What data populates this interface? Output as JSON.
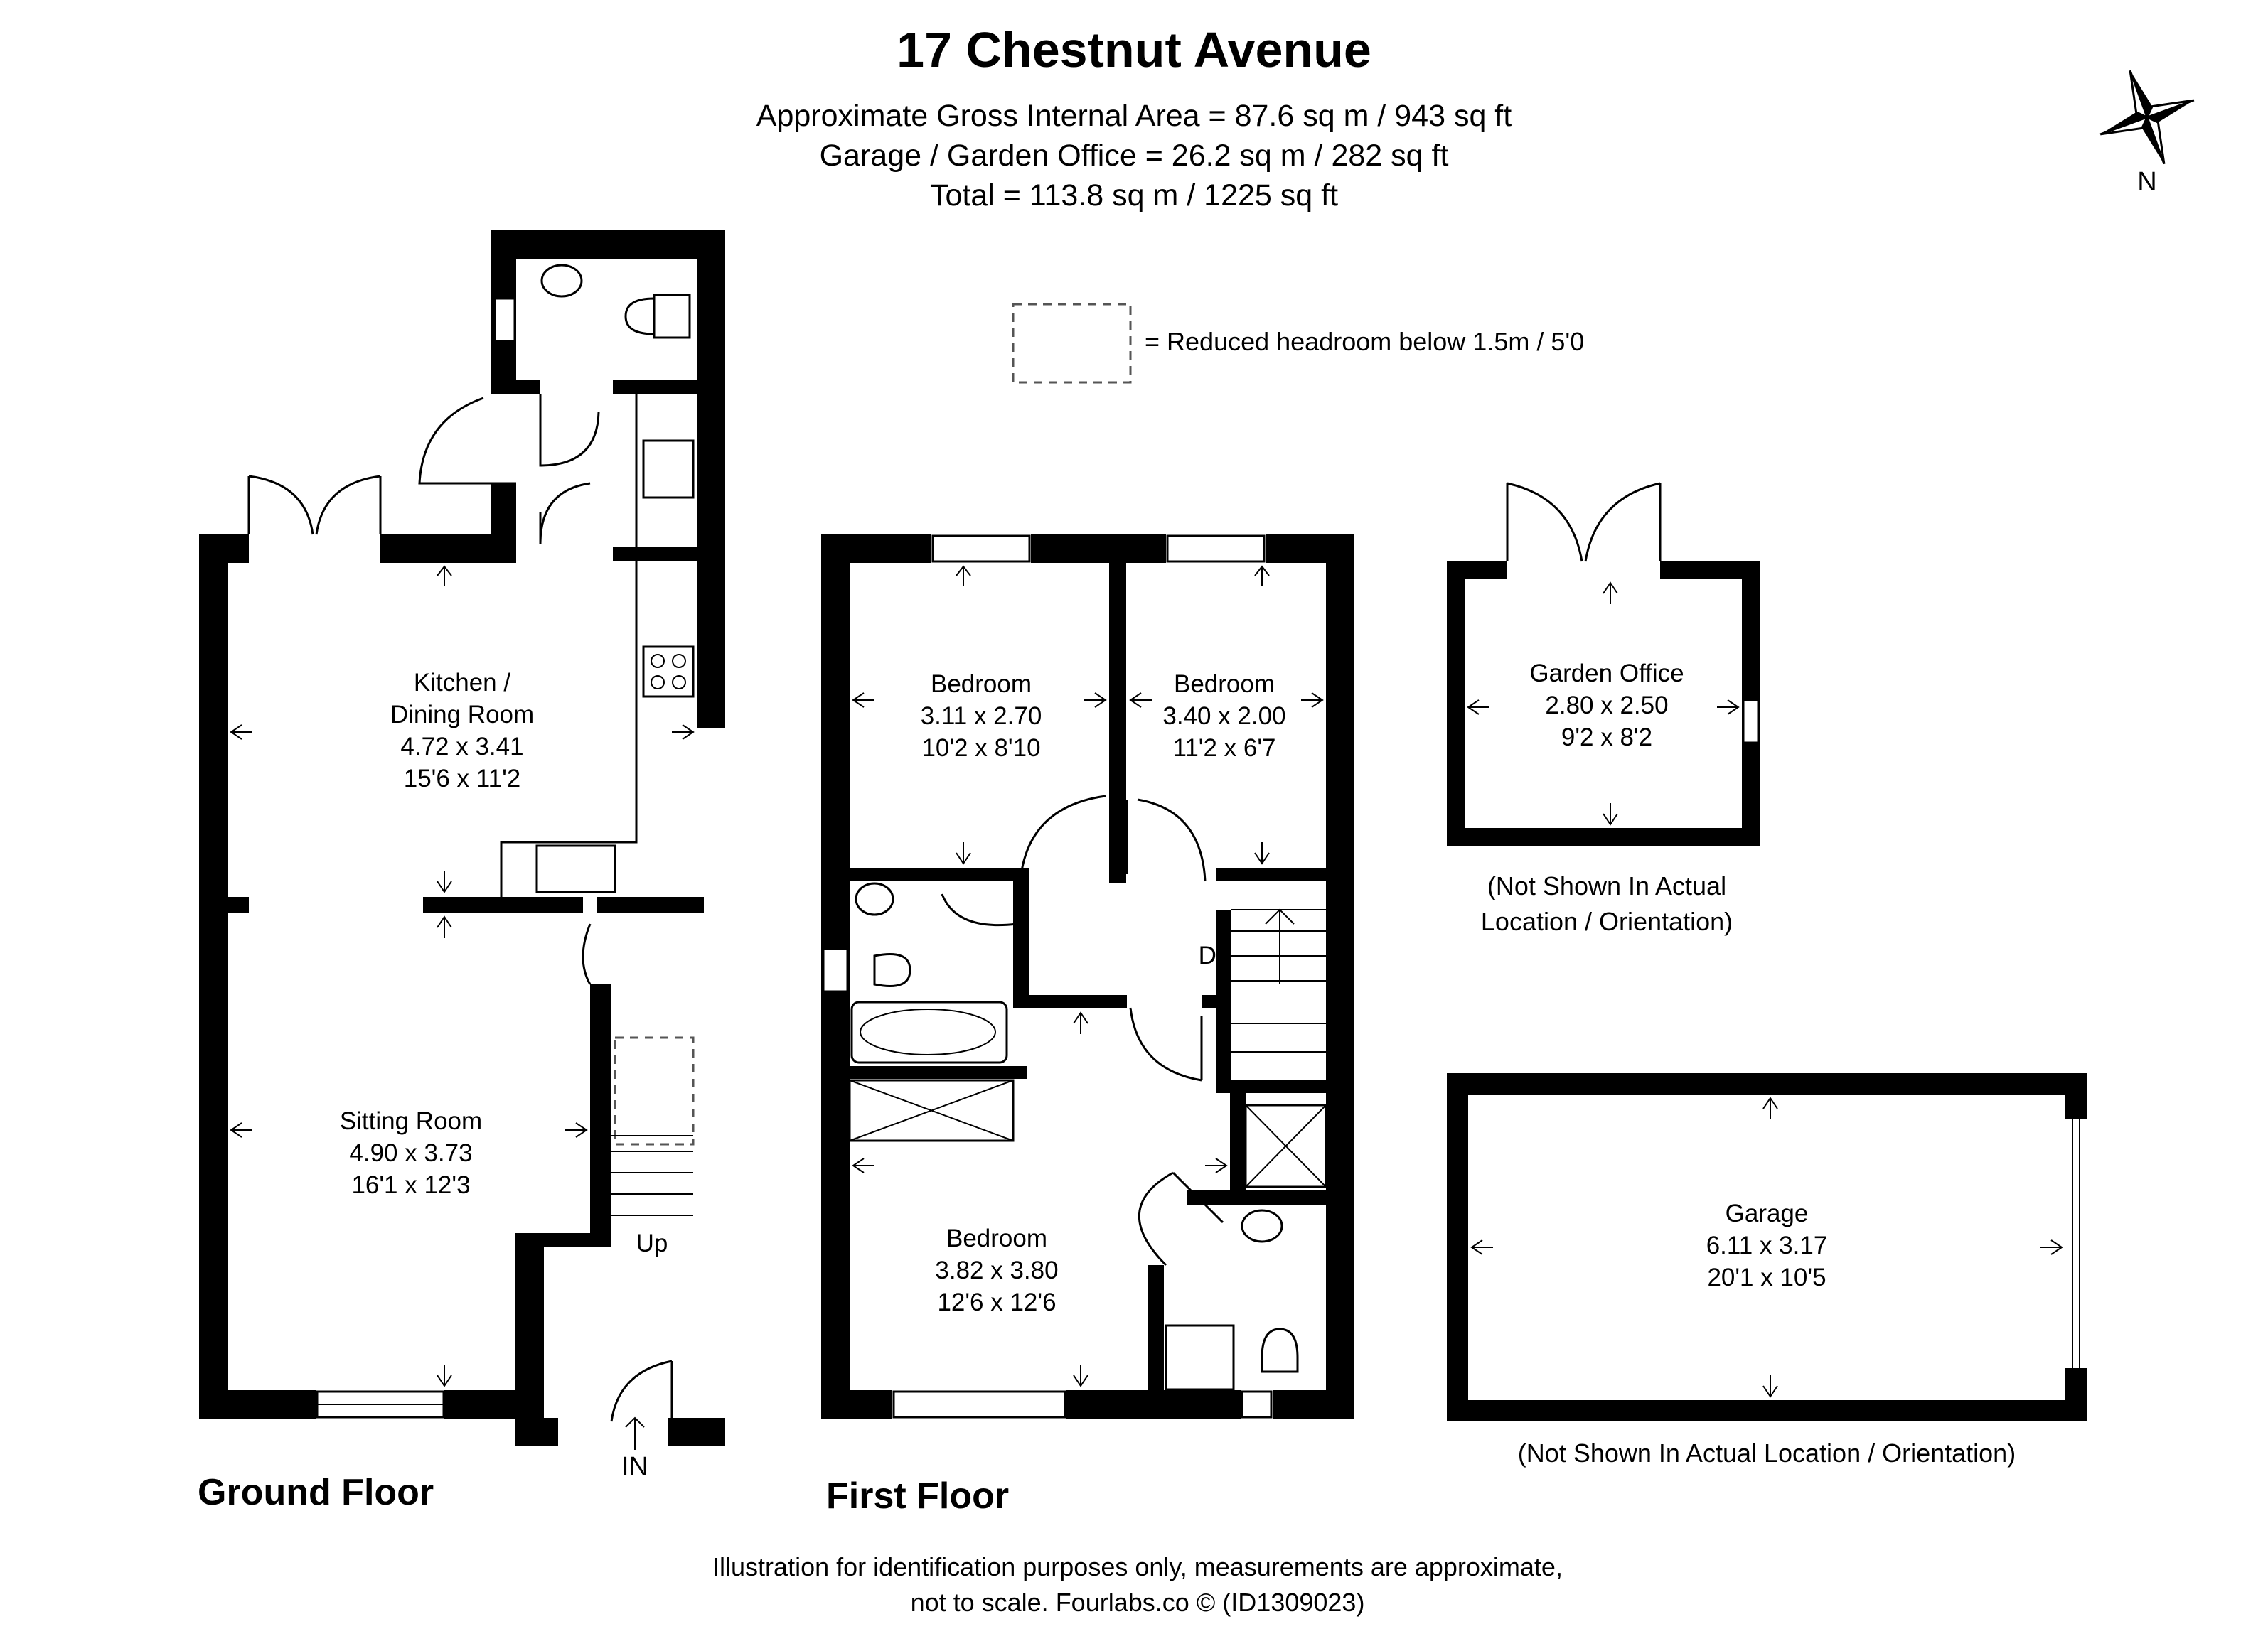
{
  "header": {
    "title": "17 Chestnut Avenue",
    "area_main": "Approximate Gross Internal Area = 87.6 sq m / 943 sq ft",
    "area_garage": "Garage / Garden Office = 26.2 sq m / 282 sq ft",
    "area_total": "Total = 113.8 sq m / 1225 sq ft"
  },
  "compass": {
    "label": "N",
    "icon": "north-compass-icon"
  },
  "legend": {
    "text": "= Reduced headroom below 1.5m / 5'0"
  },
  "ground_floor": {
    "label": "Ground Floor",
    "entrance": "IN",
    "stairs": "Up",
    "rooms": [
      {
        "name1": "Kitchen /",
        "name2": "Dining Room",
        "metric": "4.72 x 3.41",
        "imperial": "15'6 x 11'2"
      },
      {
        "name": "Sitting Room",
        "metric": "4.90 x 3.73",
        "imperial": "16'1 x 12'3"
      }
    ]
  },
  "first_floor": {
    "label": "First Floor",
    "stairs": "Dn",
    "rooms": [
      {
        "name": "Bedroom",
        "metric": "3.11 x 2.70",
        "imperial": "10'2 x 8'10"
      },
      {
        "name": "Bedroom",
        "metric": "3.40 x 2.00",
        "imperial": "11'2 x 6'7"
      },
      {
        "name": "Bedroom",
        "metric": "3.82 x 3.80",
        "imperial": "12'6 x 12'6"
      }
    ]
  },
  "garden_office": {
    "name": "Garden Office",
    "metric": "2.80 x 2.50",
    "imperial": "9'2 x 8'2",
    "note1": "(Not Shown In Actual",
    "note2": "Location / Orientation)"
  },
  "garage": {
    "name": "Garage",
    "metric": "6.11 x 3.17",
    "imperial": "20'1 x 10'5",
    "note": "(Not Shown In Actual Location / Orientation)"
  },
  "footer": {
    "line1": "Illustration for identification purposes only, measurements are approximate,",
    "line2": "not to scale. Fourlabs.co © (ID1309023)"
  }
}
